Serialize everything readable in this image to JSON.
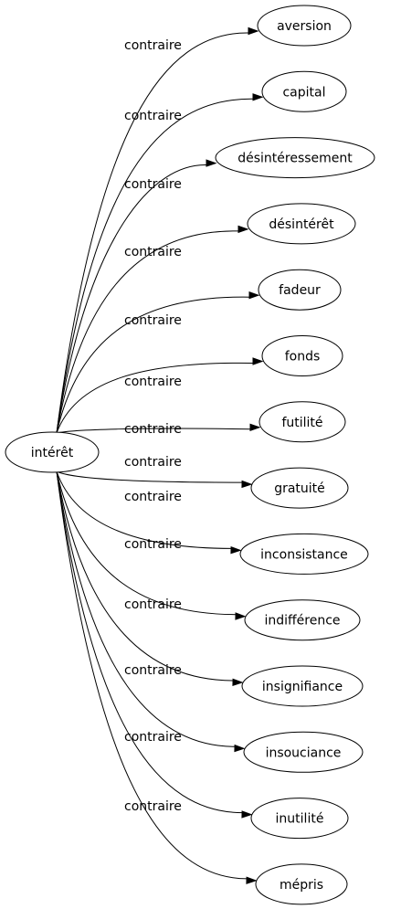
{
  "graph": {
    "source": "intérêt",
    "relation": "contraire",
    "targets": [
      "aversion",
      "capital",
      "désintéressement",
      "désintérêt",
      "fadeur",
      "fonds",
      "futilité",
      "gratuité",
      "inconsistance",
      "indifférence",
      "insignifiance",
      "insouciance",
      "inutilité",
      "mépris"
    ]
  },
  "colors": {
    "stroke": "#000000",
    "fill": "#ffffff",
    "text": "#000000"
  }
}
